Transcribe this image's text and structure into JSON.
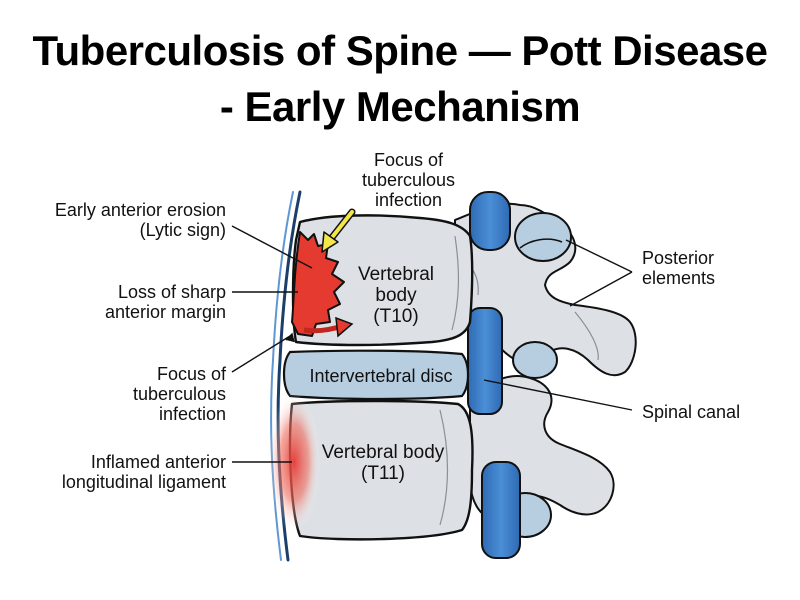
{
  "title": {
    "line1": "Tuberculosis of Spine — Pott Disease",
    "line2": "- Early Mechanism"
  },
  "labels": {
    "focus_top": [
      "Focus of",
      "tuberculous",
      "infection"
    ],
    "early_erosion": [
      "Early anterior erosion",
      "(Lytic sign)"
    ],
    "loss_margin": [
      "Loss of sharp",
      "anterior margin"
    ],
    "focus_left": [
      "Focus of",
      "tuberculous",
      "infection"
    ],
    "inflamed_ligament": [
      "Inflamed anterior",
      "longitudinal ligament"
    ],
    "posterior_elements": [
      "Posterior",
      "elements"
    ],
    "spinal_canal": "Spinal canal",
    "t10_body": [
      "Vertebral",
      "body",
      "(T10)"
    ],
    "disc": "Intervertebral disc",
    "t11_body": [
      "Vertebral body",
      "(T11)"
    ]
  },
  "colors": {
    "bone": "#dde1e6",
    "disc": "#b7cde0",
    "spinal_cord": "#3c7cc5",
    "ligament": "#3c6fa8",
    "lesion": "#e43a2f",
    "inflammation": "#e53a35",
    "arrow_yellow": "#f2e64a"
  }
}
